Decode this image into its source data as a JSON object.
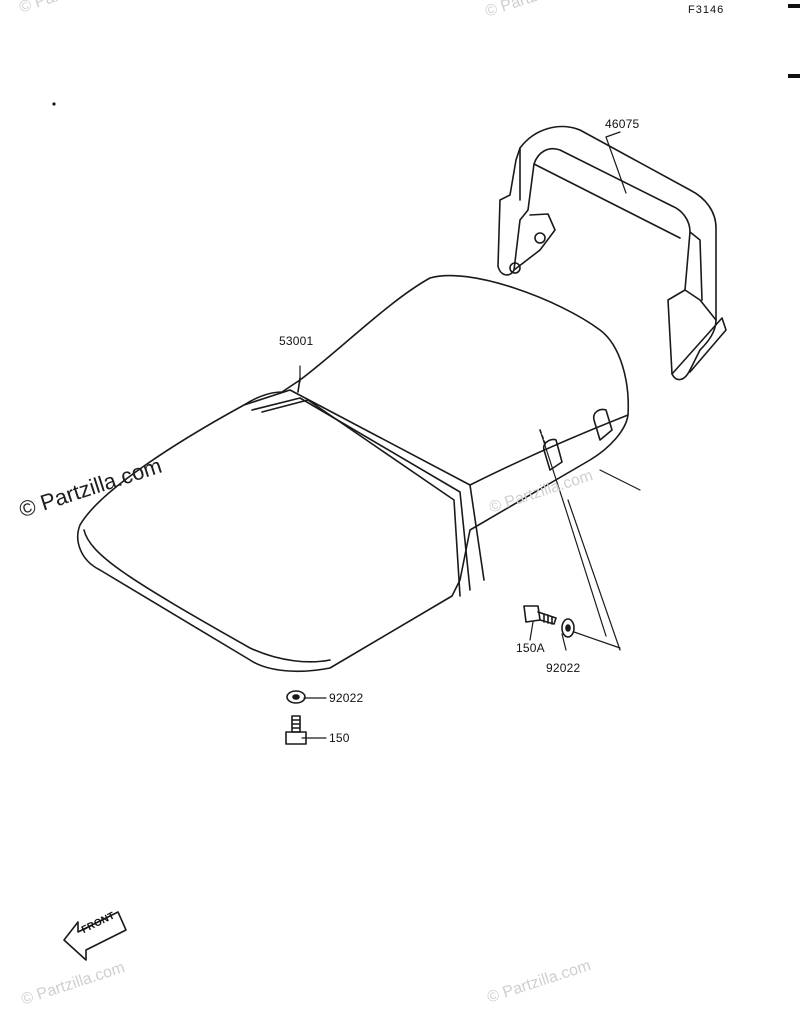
{
  "figure_code": "F3146",
  "callouts": {
    "grab_rail": "46075",
    "seat": "53001",
    "washer_bottom": "92022",
    "bolt_bottom": "150",
    "bolt_side": "150A",
    "washer_side": "92022"
  },
  "front_label": "FRONT",
  "watermarks": {
    "main": "© Partzilla.com",
    "faint": "© Partzilla.com"
  },
  "colors": {
    "line": "#1a1a1a",
    "background": "#ffffff",
    "watermark": "#cfcfcf"
  }
}
